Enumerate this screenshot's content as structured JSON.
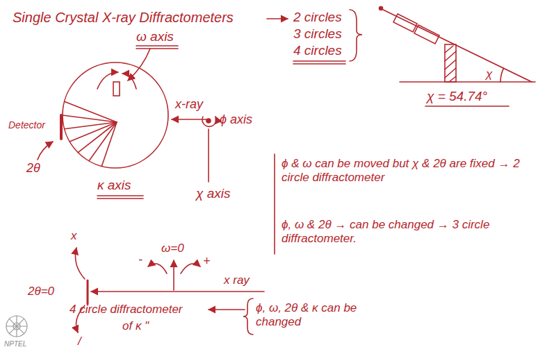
{
  "diagram": {
    "title": "Single Crystal X-ray Diffractometers",
    "labels": [
      "2 circles",
      "3 circles",
      "4 circles",
      "χ",
      "χ = 54.74°",
      "ω axis",
      "x-ray",
      "Detector",
      "2θ",
      "κ axis",
      "ϕ axis",
      "χ axis",
      "ϕ & ω can be moved but χ & 2θ are fixed → 2 circle diffractometer",
      "ϕ, ω & 2θ → can be changed → 3 circle diffractometer.",
      "ω=0",
      "-",
      "+",
      "x",
      "/",
      "2θ=0",
      "x ray",
      "4 circle diffractometer",
      "of κ \"",
      "ϕ, ω, 2θ & κ can be changed",
      "NPTEL"
    ]
  }
}
